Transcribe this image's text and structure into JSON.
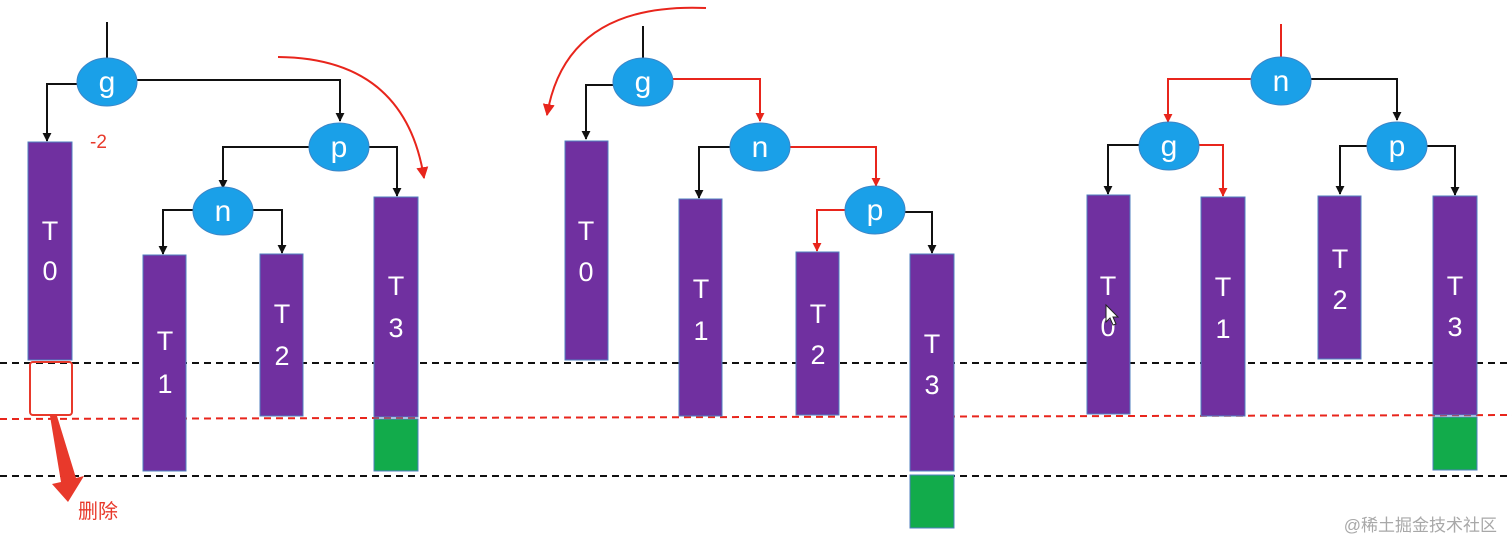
{
  "colors": {
    "node_fill": "#1aa0e8",
    "subtree_fill": "#7030a0",
    "extra_level_fill": "#12ab4b",
    "link_black": "#111111",
    "link_red": "#e8251c",
    "annotation_red": "#e8392b",
    "watermark": "#a8a8a8"
  },
  "stage1": {
    "nodes": {
      "g": "g",
      "p": "p",
      "n": "n"
    },
    "subtrees": {
      "t0": [
        "T",
        "0"
      ],
      "t1": [
        "T",
        "1"
      ],
      "t2": [
        "T",
        "2"
      ],
      "t3": [
        "T",
        "3"
      ]
    },
    "balance_factor": "-2",
    "delete_label": "删除"
  },
  "stage2": {
    "nodes": {
      "g": "g",
      "n": "n",
      "p": "p"
    },
    "subtrees": {
      "t0": [
        "T",
        "0"
      ],
      "t1": [
        "T",
        "1"
      ],
      "t2": [
        "T",
        "2"
      ],
      "t3": [
        "T",
        "3"
      ]
    }
  },
  "stage3": {
    "nodes": {
      "n": "n",
      "g": "g",
      "p": "p"
    },
    "subtrees": {
      "t0": [
        "T",
        "0"
      ],
      "t1": [
        "T",
        "1"
      ],
      "t2": [
        "T",
        "2"
      ],
      "t3": [
        "T",
        "3"
      ]
    }
  },
  "watermark": "@稀土掘金技术社区"
}
